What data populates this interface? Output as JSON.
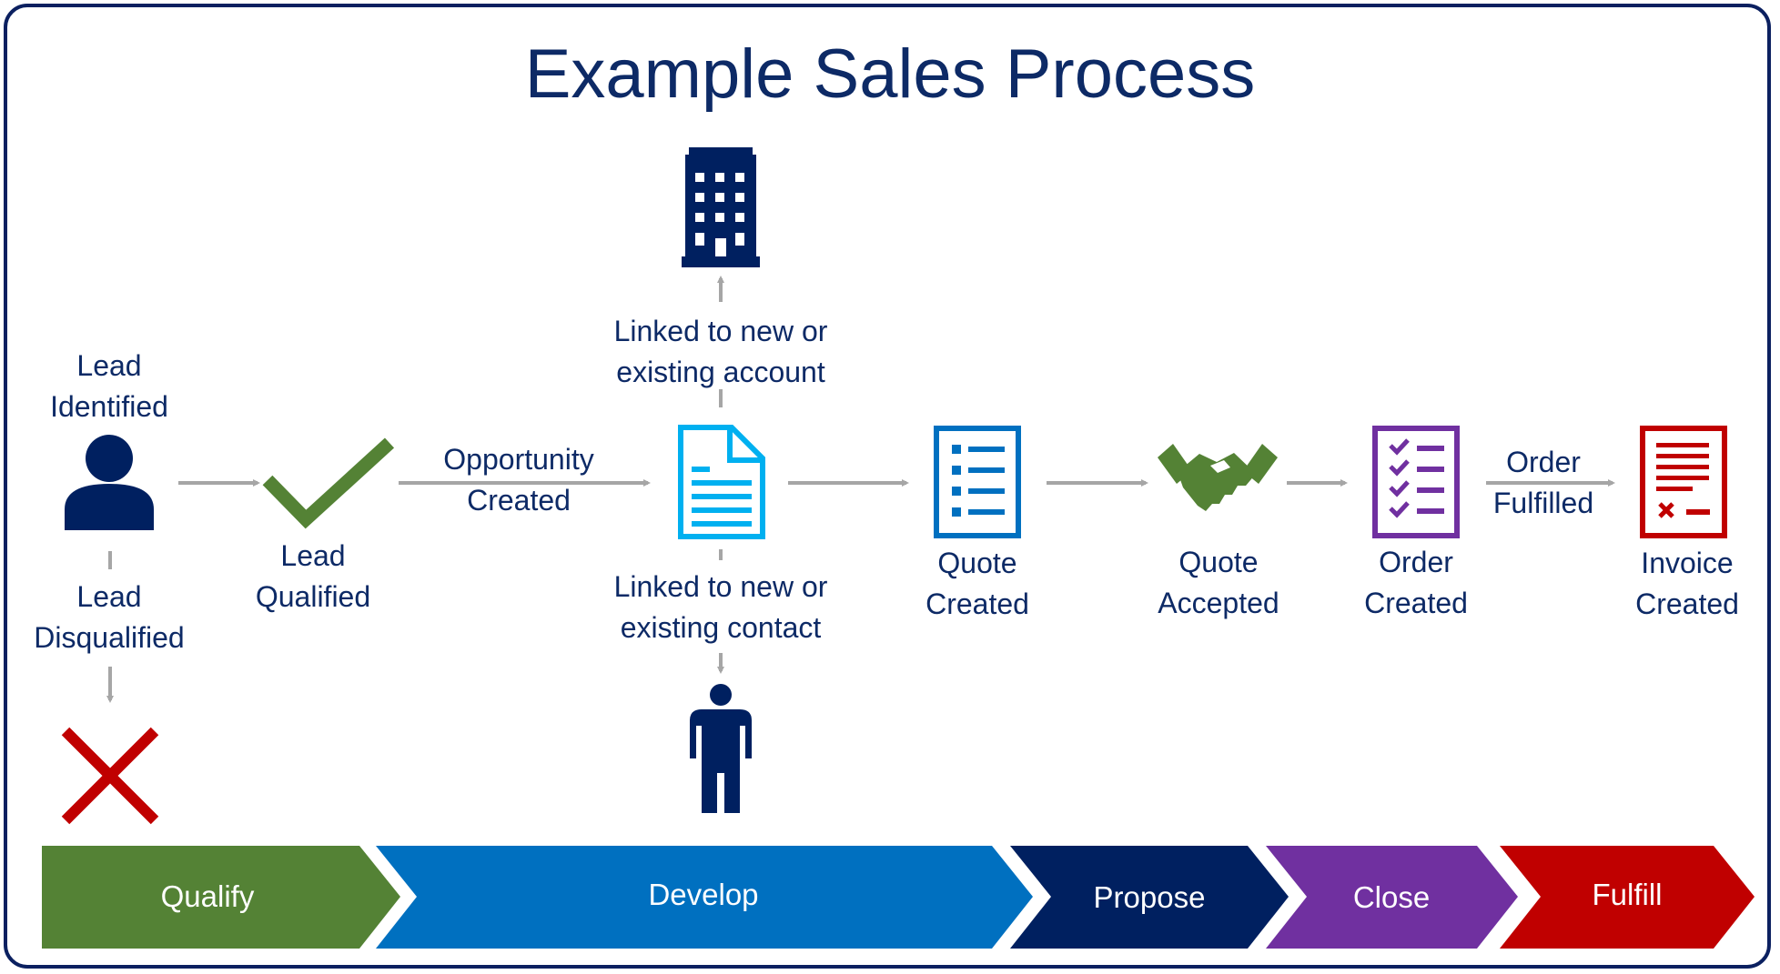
{
  "title": "Example Sales Process",
  "nodes": {
    "lead_identified": "Lead\nIdentified",
    "lead_disqualified": "Lead\nDisqualified",
    "lead_qualified": "Lead\nQualified",
    "opportunity_created": "Opportunity\nCreated",
    "linked_account": "Linked to new or\nexisting account",
    "linked_contact": "Linked to new or\nexisting contact",
    "quote_created": "Quote\nCreated",
    "quote_accepted": "Quote\nAccepted",
    "order_created": "Order\nCreated",
    "order_fulfilled": "Order\nFulfilled",
    "invoice_created": "Invoice\nCreated"
  },
  "stages": [
    {
      "label": "Qualify",
      "color": "#548235"
    },
    {
      "label": "Develop",
      "color": "#0070c0"
    },
    {
      "label": "Propose",
      "color": "#002060"
    },
    {
      "label": "Close",
      "color": "#7030a0"
    },
    {
      "label": "Fulfill",
      "color": "#c00000"
    }
  ],
  "icons": {
    "person": "person-icon",
    "check": "check-icon",
    "x": "x-icon",
    "building": "building-icon",
    "document": "document-icon",
    "standing_person": "standing-person-icon",
    "quote_list": "quote-list-icon",
    "handshake": "handshake-icon",
    "checklist": "checklist-icon",
    "invoice": "invoice-icon"
  },
  "colors": {
    "navy": "#002060",
    "green": "#548235",
    "blue": "#0070c0",
    "cyan": "#00b0f0",
    "purple": "#7030a0",
    "red": "#c00000",
    "arrow": "#a6a6a6"
  }
}
